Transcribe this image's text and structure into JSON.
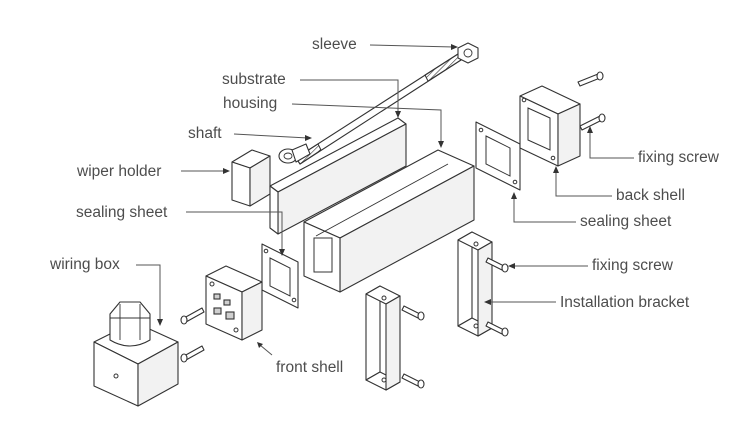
{
  "labels": {
    "sleeve": "sleeve",
    "substrate": "substrate",
    "housing": "housing",
    "shaft": "shaft",
    "wiper_holder": "wiper holder",
    "sealing_sheet_left": "sealing sheet",
    "wiring_box": "wiring box",
    "front_shell": "front shell",
    "fixing_screw_top": "fixing screw",
    "back_shell": "back shell",
    "sealing_sheet_right": "sealing sheet",
    "fixing_screw_bottom": "fixing screw",
    "installation_bracket": "Installation bracket"
  },
  "colors": {
    "line": "#333333",
    "text": "#4d4d4d",
    "background": "#ffffff"
  }
}
